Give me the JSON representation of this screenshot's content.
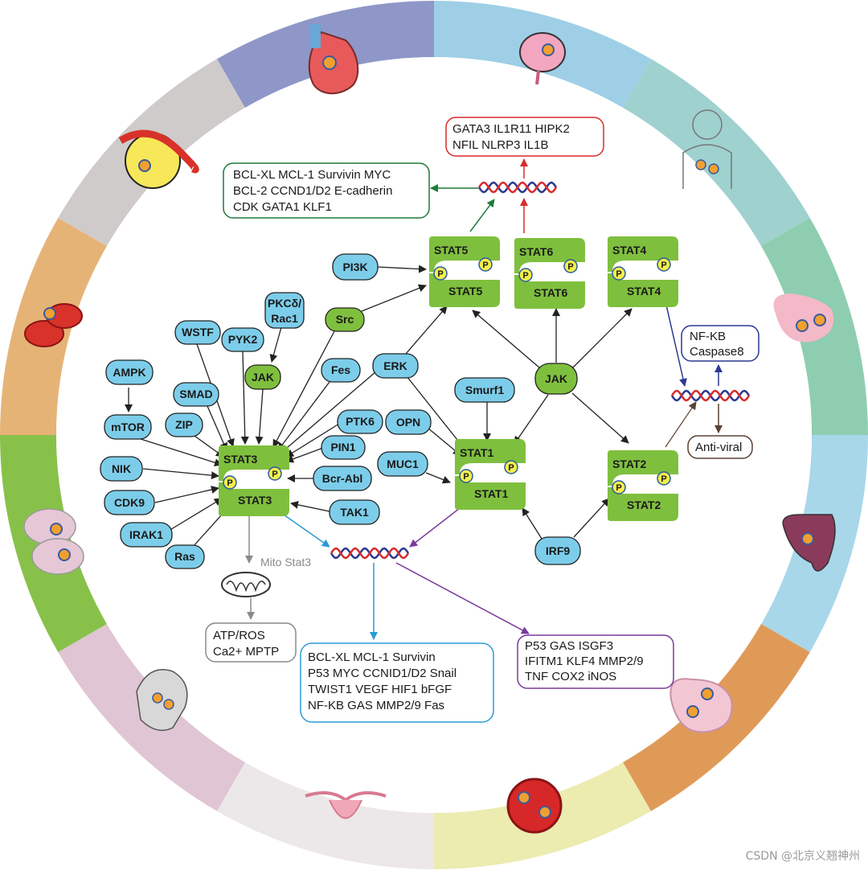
{
  "colors": {
    "blue_node": "#7ccdea",
    "green_node": "#7fbf3e",
    "ring_segments": [
      "#9ecfe6",
      "#9fd1cf",
      "#8fcdb0",
      "#a8d7ea",
      "#e09a58",
      "#ecebb0",
      "#ece8ea",
      "#e0c5d4",
      "#88c14a",
      "#e6b377",
      "#cfcbcb",
      "#8f97c8"
    ]
  },
  "nodes": {
    "pi3k": "PI3K",
    "src": "Src",
    "pkcd": "PKCδ/",
    "rac1": "Rac1",
    "wstf": "WSTF",
    "pyk2": "PYK2",
    "jak_small": "JAK",
    "ampk": "AMPK",
    "mtor": "mTOR",
    "smad": "SMAD",
    "zip": "ZIP",
    "fes": "Fes",
    "erk": "ERK",
    "jak_main": "JAK",
    "smurf1": "Smurf1",
    "ptk6": "PTK6",
    "opn": "OPN",
    "pin1": "PIN1",
    "nik": "NIK",
    "cdk9": "CDK9",
    "bcr_abl": "Bcr-Abl",
    "muc1": "MUC1",
    "irak1": "IRAK1",
    "tak1": "TAK1",
    "ras": "Ras",
    "irf9": "IRF9"
  },
  "dimers": {
    "stat5": "STAT5",
    "stat6": "STAT6",
    "stat4": "STAT4",
    "stat3": "STAT3",
    "stat1": "STAT1",
    "stat2": "STAT2",
    "p": "P"
  },
  "labels": {
    "mito": "Mito Stat3"
  },
  "boxes": {
    "green_top": [
      "BCL-XL  MCL-1  Survivin  MYC",
      "BCL-2  CCND1/D2   E-cadherin",
      "CDK  GATA1  KLF1"
    ],
    "red_top": [
      "GATA3  IL1R11  HIPK2",
      "NFIL  NLRP3  IL1B"
    ],
    "nfkb": [
      "NF-KB",
      "Caspase8"
    ],
    "antiviral": [
      "Anti-viral"
    ],
    "atp": [
      "ATP/ROS",
      "Ca2+  MPTP"
    ],
    "blue_bottom": [
      "BCL-XL  MCL-1  Survivin",
      "P53  MYC  CCNID1/D2  Snail",
      "TWIST1  VEGF  HIF1  bFGF",
      "NF-KB  GAS  MMP2/9  Fas"
    ],
    "purple_bottom": [
      "P53  GAS  ISGF3",
      "IFITM1  KLF4  MMP2/9",
      "TNF  COX2  iNOS"
    ]
  },
  "watermark": "CSDN @北京义翘神州"
}
